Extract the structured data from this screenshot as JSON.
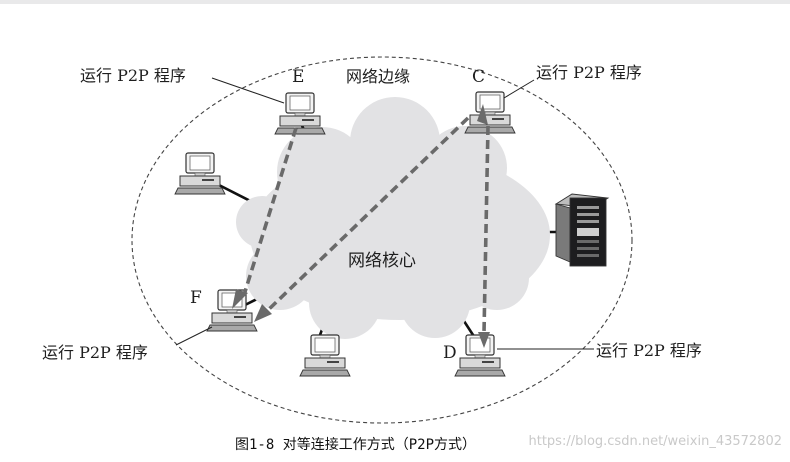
{
  "diagram": {
    "edge_region_label": "网络边缘",
    "core_label": "网络核心",
    "nodes": {
      "E": "E",
      "C": "C",
      "F": "F",
      "D": "D"
    },
    "callouts": {
      "e": "运行 P2P 程序",
      "c": "运行 P2P 程序",
      "f": "运行 P2P 程序",
      "d": "运行 P2P 程序"
    },
    "icons": {
      "pc": "desktop-computer-icon",
      "server": "tower-server-icon",
      "cloud": "network-cloud-icon"
    },
    "colors": {
      "cloud_fill": "#e2e2e4",
      "arrow": "#6a6a6a",
      "boundary": "#444444",
      "link": "#111111"
    }
  },
  "caption": "图1-8   对等连接工作方式（P2P方式）",
  "watermark": "https://blog.csdn.net/weixin_43572802"
}
